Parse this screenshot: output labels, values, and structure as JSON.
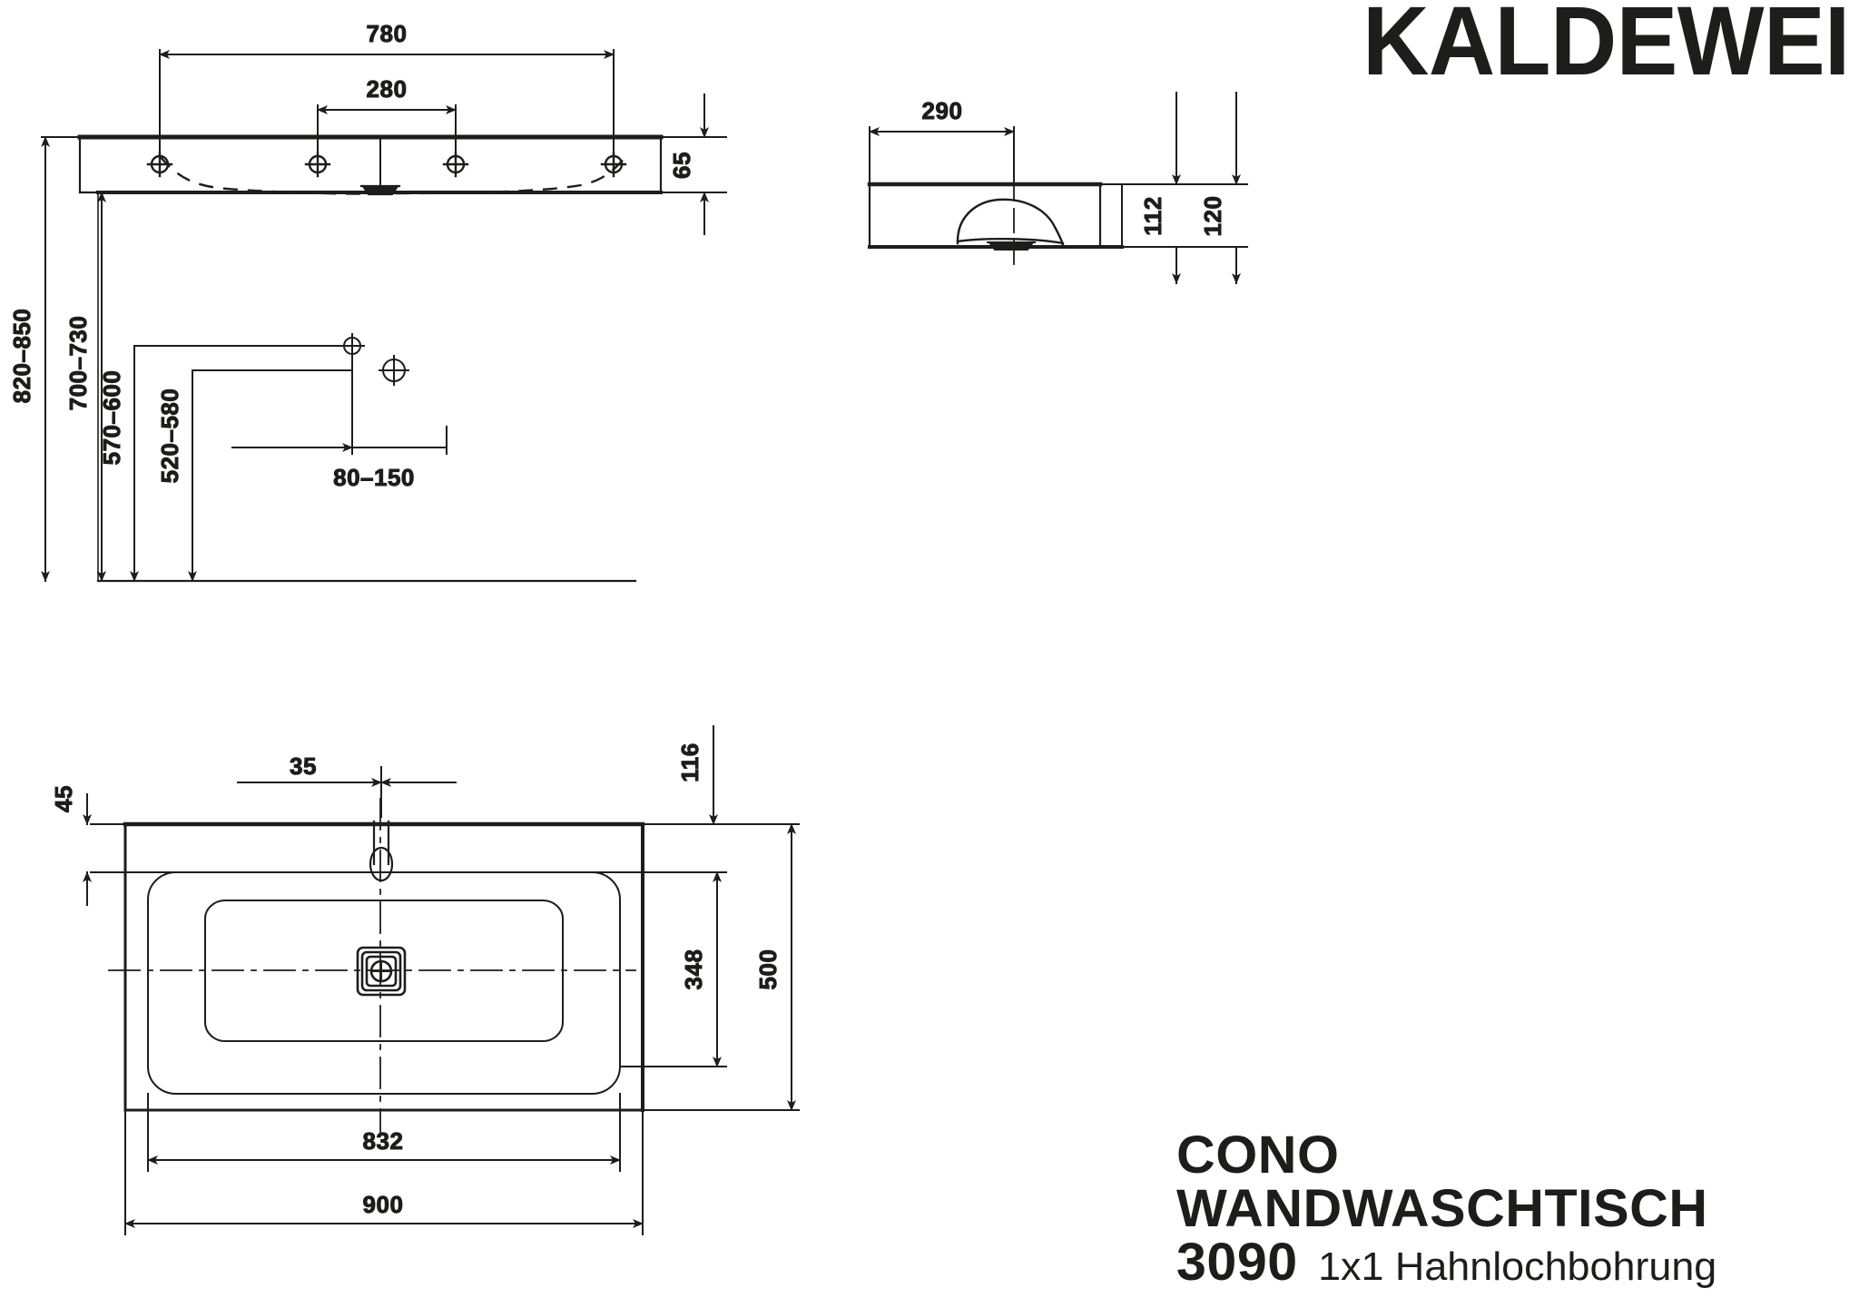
{
  "brand": {
    "logo": "KALDEWEI"
  },
  "title_block": {
    "line1": "CONO",
    "line2": "WANDWASCHTISCH",
    "model": "3090",
    "subtitle": "1x1 Hahnlochbohrung"
  },
  "views": {
    "front_elevation": {
      "name": "front-elevation-view",
      "dimensions": {
        "tap_span_outer": "780",
        "tap_span_inner": "280",
        "basin_depth_front": "65",
        "height_total": "820–850",
        "height_rim": "700–730",
        "height_tap_upper": "570–600",
        "height_tap_lower": "520–580",
        "tap_offset": "80–150"
      }
    },
    "side_section": {
      "name": "side-section-view",
      "dimensions": {
        "depth_to_center": "290",
        "height_inner": "112",
        "height_outer": "120"
      }
    },
    "plan": {
      "name": "plan-view",
      "dimensions": {
        "rim_back": "45",
        "tap_hole_offset": "35",
        "rim_front": "116",
        "bowl_depth": "348",
        "total_depth": "500",
        "bowl_width": "832",
        "total_width": "900"
      }
    }
  },
  "colors": {
    "line": "#1d1d1b",
    "background": "#ffffff"
  }
}
